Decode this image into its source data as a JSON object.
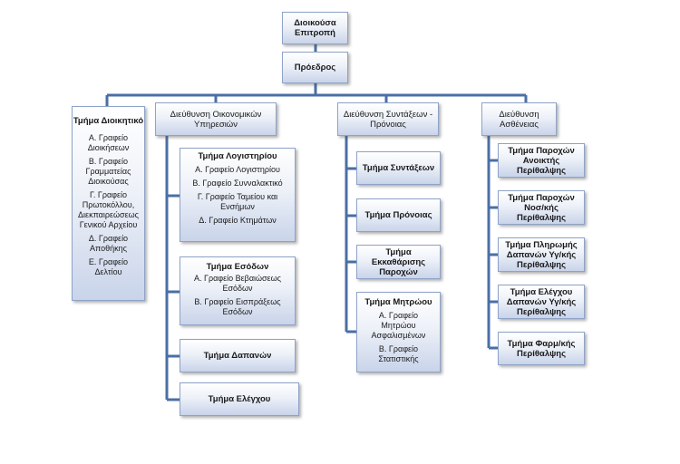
{
  "chart_data": {
    "type": "org-chart",
    "root": "Διοικούσα Επιτροπή",
    "second": "Πρόεδρος"
  },
  "board": {
    "title": "Διοικούσα Επιτροπή"
  },
  "president": {
    "title": "Πρόεδρος"
  },
  "admin": {
    "title": "Τμήμα Διοικητικό",
    "items": [
      "Α. Γραφείο Διοικήσεων",
      "Β. Γραφείο Γραμματείας Διοικούσας",
      "Γ. Γραφείο Πρωτοκόλλου, Διεκπαιρεώσεως Γενικού Αρχείου",
      "Δ. Γραφείο Αποθήκης",
      "Ε. Γραφείο Δελτίου"
    ]
  },
  "finance": {
    "title": "Διεύθυνση Οικονομικών Υπηρεσιών",
    "accounting": {
      "title": "Τμήμα Λογιστηρίου",
      "items": [
        "Α. Γραφείο Λογιστηρίου",
        "Β. Γραφείο Συνναλακτικό",
        "Γ. Γραφείο Ταμείου και Ενσήμων",
        "Δ. Γραφείο Κτημάτων"
      ]
    },
    "income": {
      "title": "Τμήμα Εσόδων",
      "items": [
        "Α. Γραφείο Βεβαιώσεως Εσόδων",
        "Β. Γραφείο Εισπράξεως Εσόδων"
      ]
    },
    "expenses": {
      "title": "Τμήμα Δαπανών"
    },
    "control": {
      "title": "Τμήμα Ελέγχου"
    }
  },
  "pensions": {
    "title": "Διεύθυνση Συντάξεων - Πρόνοιας",
    "pension": {
      "title": "Τμήμα Συντάξεων"
    },
    "welfare": {
      "title": "Τμήμα Πρόνοιας"
    },
    "settlement": {
      "title": "Τμήμα Εκκαθάρισης Παροχών"
    },
    "registry": {
      "title": "Τμήμα Μητρώου",
      "items": [
        "Α. Γραφείο Μητρώου Ασφαλισμένων",
        "Β. Γραφείο Στατιστικής"
      ]
    }
  },
  "sickness": {
    "title": "Διεύθυνση Ασθένειας",
    "units": [
      "Τμήμα Παροχών Ανοικτής Περίθαλψης",
      "Τμήμα Παροχών Νοσ/κής Περίθαλψης",
      "Τμήμα Πληρωμής Δαπανών Υγ/κής Περίθαλψης",
      "Τμήμα Ελέγχου Δαπανών Υγ/κής Περίθαλψης",
      "Τμήμα Φαρμ/κής Περίθαλψης"
    ]
  }
}
